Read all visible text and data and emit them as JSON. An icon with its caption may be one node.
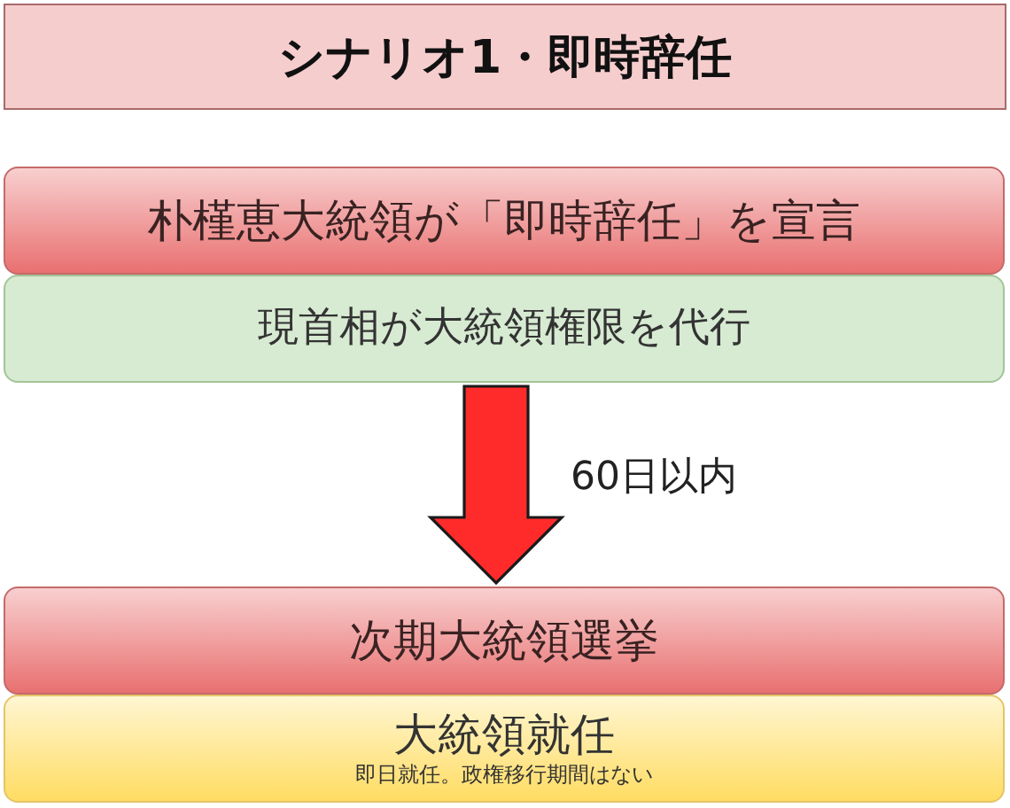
{
  "diagram": {
    "title": "シナリオ1・即時辞任",
    "nodes": [
      {
        "text": [
          "朴槿恵大統領が「即時辞任」を宣言"
        ]
      },
      {
        "text": [
          "現首相が大統領権限を代行"
        ]
      },
      {
        "text": [
          "次期大統領選挙"
        ]
      },
      {
        "text": [
          "大統領就任",
          "即日就任。政権移行期間はない"
        ]
      }
    ],
    "edges": [
      {
        "from": 1,
        "to": 2,
        "arrow": "to",
        "label": "60日以内"
      }
    ]
  }
}
